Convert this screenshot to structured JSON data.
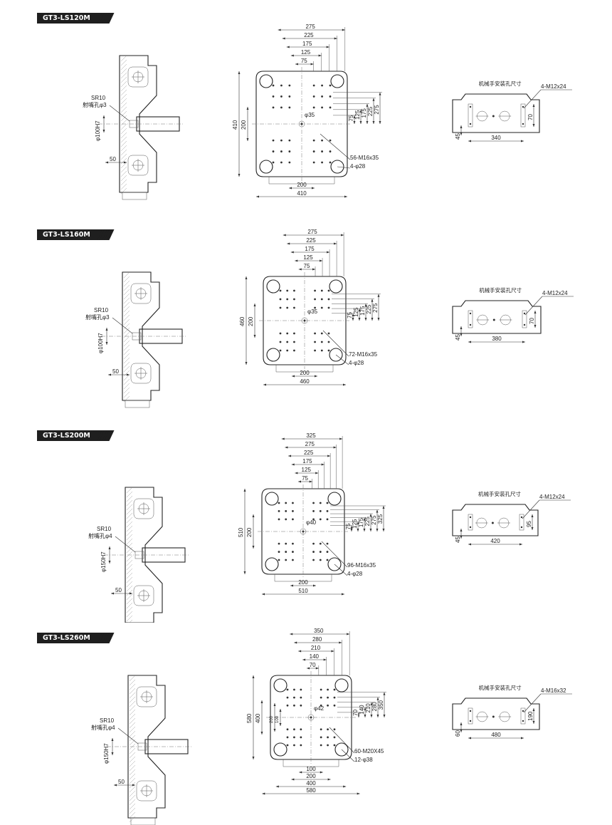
{
  "sections": [
    {
      "model": "GT3-LS120M",
      "nozzle": {
        "radius": "SR10",
        "hole": "射嘴孔φ3",
        "bore": "φ100H7",
        "depth": "50"
      },
      "platen": {
        "top_dims": [
          "275",
          "225",
          "175",
          "125",
          "75"
        ],
        "right_dims": [
          "275",
          "225",
          "175",
          "125",
          "75"
        ],
        "left_outer": "410",
        "left_inner": "200",
        "center_hole": "φ35",
        "tap_label": "56-M16x35",
        "hole_label": "4-φ28",
        "bottom_inner": "200",
        "bottom_outer": "410"
      },
      "robot": {
        "title": "机械手安装孔尺寸",
        "tap": "4-M12x24",
        "width": "340",
        "height": "70",
        "offset": "45"
      }
    },
    {
      "model": "GT3-LS160M",
      "nozzle": {
        "radius": "SR10",
        "hole": "射嘴孔φ3",
        "bore": "φ100H7",
        "depth": "50"
      },
      "platen": {
        "top_dims": [
          "275",
          "225",
          "175",
          "125",
          "75"
        ],
        "right_dims": [
          "275",
          "225",
          "175",
          "125",
          "75"
        ],
        "left_outer": "460",
        "left_inner": "200",
        "center_hole": "φ35",
        "tap_label": "72-M16x35",
        "hole_label": "4-φ28",
        "bottom_inner": "200",
        "bottom_outer": "460"
      },
      "robot": {
        "title": "机械手安装孔尺寸",
        "tap": "4-M12x24",
        "width": "380",
        "height": "70",
        "offset": "45"
      }
    },
    {
      "model": "GT3-LS200M",
      "nozzle": {
        "radius": "SR10",
        "hole": "射嘴孔φ4",
        "bore": "φ150H7",
        "depth": "50"
      },
      "platen": {
        "top_dims": [
          "325",
          "275",
          "225",
          "175",
          "125",
          "75"
        ],
        "right_dims": [
          "325",
          "275",
          "225",
          "175",
          "125",
          "75"
        ],
        "left_outer": "510",
        "left_inner": "200",
        "center_hole": "φ40",
        "tap_label": "96-M16x35",
        "hole_label": "4-φ28",
        "bottom_inner": "200",
        "bottom_outer": "510"
      },
      "robot": {
        "title": "机械手安装孔尺寸",
        "tap": "4-M12x24",
        "width": "420",
        "height": "95",
        "offset": "45"
      }
    },
    {
      "model": "GT3-LS260M",
      "nozzle": {
        "radius": "SR10",
        "hole": "射嘴孔φ4",
        "bore": "φ150H7",
        "depth": "50"
      },
      "platen": {
        "top_dims": [
          "350",
          "280",
          "210",
          "140",
          "70"
        ],
        "right_dims": [
          "350",
          "280",
          "210",
          "140",
          "70"
        ],
        "left_outer": "580",
        "left_inner": "400",
        "left_extra": [
          "200",
          "100"
        ],
        "center_hole": "φ42",
        "tap_label": "60-M20X45",
        "hole_label": "12-φ38",
        "bottom_dims": [
          "100",
          "200",
          "400",
          "580"
        ]
      },
      "robot": {
        "title": "机械手安装孔尺寸",
        "tap": "4-M16x32",
        "width": "480",
        "height": "190",
        "offset": "60"
      }
    }
  ]
}
